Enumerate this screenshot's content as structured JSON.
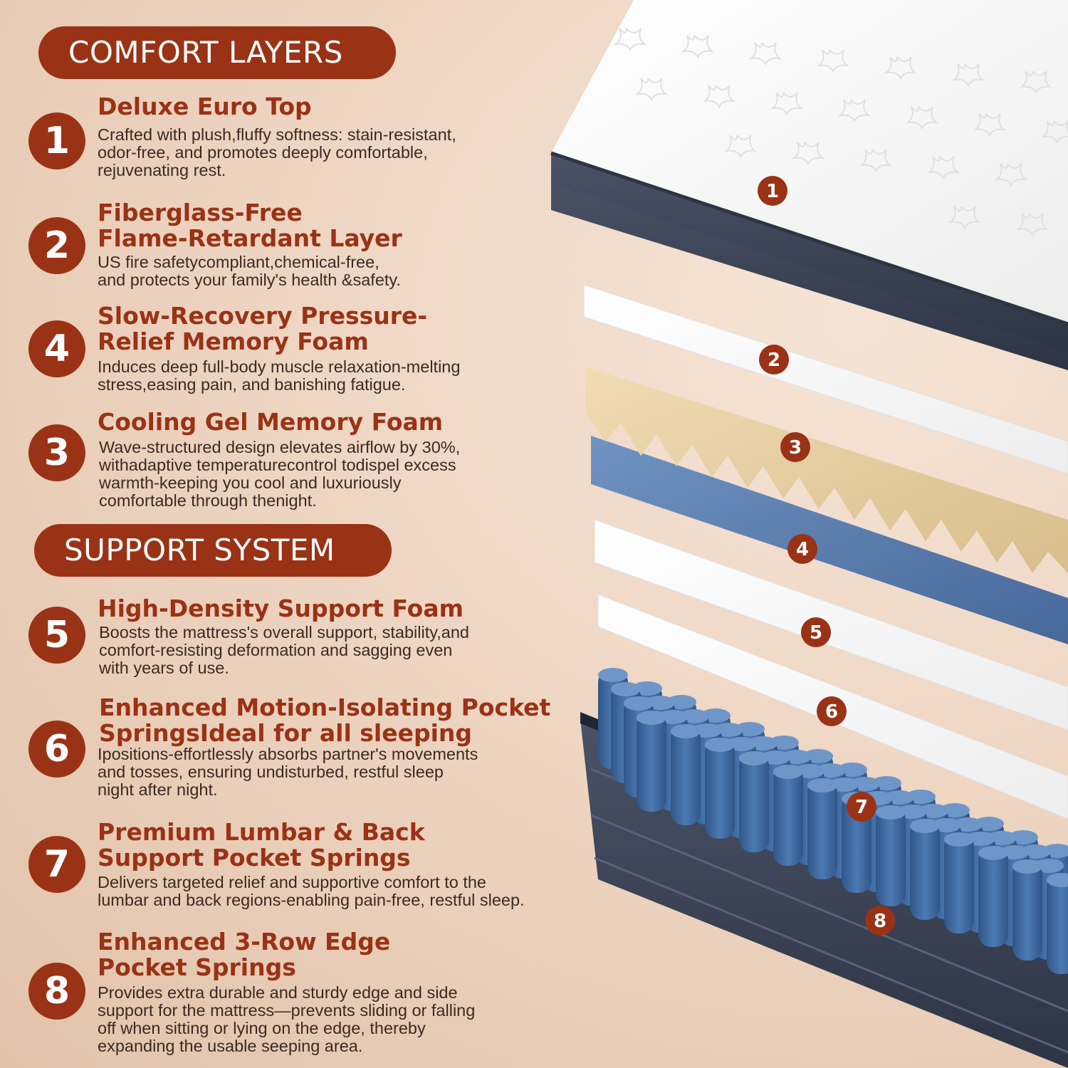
{
  "headers": {
    "comfort": "COMFORT LAYERS",
    "support": "SUPPORT SYSTEM"
  },
  "items": [
    {
      "num": "1",
      "title": "Deluxe Euro Top",
      "desc": "Crafted with plush,fluffy softness: stain-resistant,\nodor-free, and promotes deeply comfortable,\nrejuvenating rest."
    },
    {
      "num": "2",
      "title": "Fiberglass-Free\nFlame-Retardant Layer",
      "desc": "US fire safetycompliant,chemical-free,\nand protects your family's health &safety."
    },
    {
      "num": "4",
      "title": "Slow-Recovery Pressure-\nRelief Memory Foam",
      "desc": "Induces deep full-body muscle relaxation-melting\nstress,easing pain, and banishing fatigue."
    },
    {
      "num": "3",
      "title": "Cooling Gel Memory Foam",
      "desc": "Wave-structured design elevates airflow by 30%,\nwithadaptive temperaturecontrol todispel excess\nwarmth-keeping you cool and luxuriously\ncomfortable through thenight."
    },
    {
      "num": "5",
      "title": "High-Density Support Foam",
      "desc": "Boosts the mattress's overall support, stability,and\ncomfort-resisting deformation and sagging even\nwith years of use."
    },
    {
      "num": "6",
      "title": "Enhanced Motion-Isolating Pocket\nSpringsIdeal for all sleeping",
      "desc": "Ipositions-effortlessly absorbs partner's movements\nand tosses, ensuring undisturbed, restful sleep\nnight after night."
    },
    {
      "num": "7",
      "title": "Premium Lumbar & Back\nSupport Pocket Springs",
      "desc": "Delivers targeted relief and supportive comfort to the\nlumbar and back regions-enabling pain-free, restful sleep."
    },
    {
      "num": "8",
      "title": "Enhanced 3-Row Edge\nPocket Springs",
      "desc": "Provides extra durable and sturdy edge and side\nsupport for the mattress—prevents sliding or falling\noff when sitting or lying on the edge, thereby\nexpanding the usable seeping area."
    }
  ],
  "layer_labels": [
    "1",
    "2",
    "3",
    "4",
    "5",
    "6",
    "7",
    "8"
  ],
  "colors": {
    "accent": "#9a3216",
    "cover_fabric": "#3a4254",
    "memory_foam": "#e6cfa4",
    "gel_foam": "#5a7fb0",
    "springs": "#3f6ca3"
  }
}
